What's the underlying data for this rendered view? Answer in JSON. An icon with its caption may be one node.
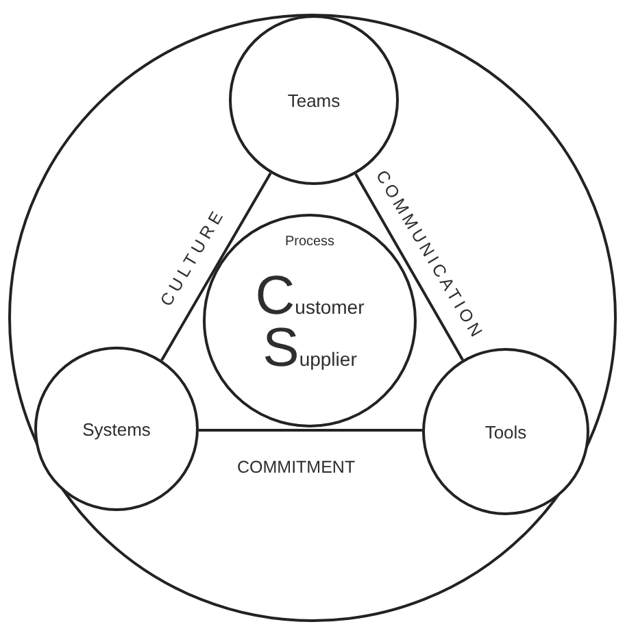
{
  "diagram": {
    "nodes": [
      {
        "text": [],
        "shape": "circle"
      },
      {
        "text": [
          "Teams"
        ],
        "in": 0
      },
      {
        "text": [
          "Process",
          "Customer",
          "Supplier"
        ],
        "in": 0
      },
      {
        "text": [
          "Systems"
        ],
        "in": 0
      },
      {
        "text": [
          "Tools"
        ],
        "in": 0
      }
    ],
    "edges": [
      {
        "from": 1,
        "to": 3,
        "arrow": "none",
        "label": "CULTURE"
      },
      {
        "from": 1,
        "to": 4,
        "arrow": "none",
        "label": "COMMUNICATION"
      },
      {
        "from": 3,
        "to": 4,
        "arrow": "none",
        "label": "COMMITMENT"
      }
    ]
  }
}
